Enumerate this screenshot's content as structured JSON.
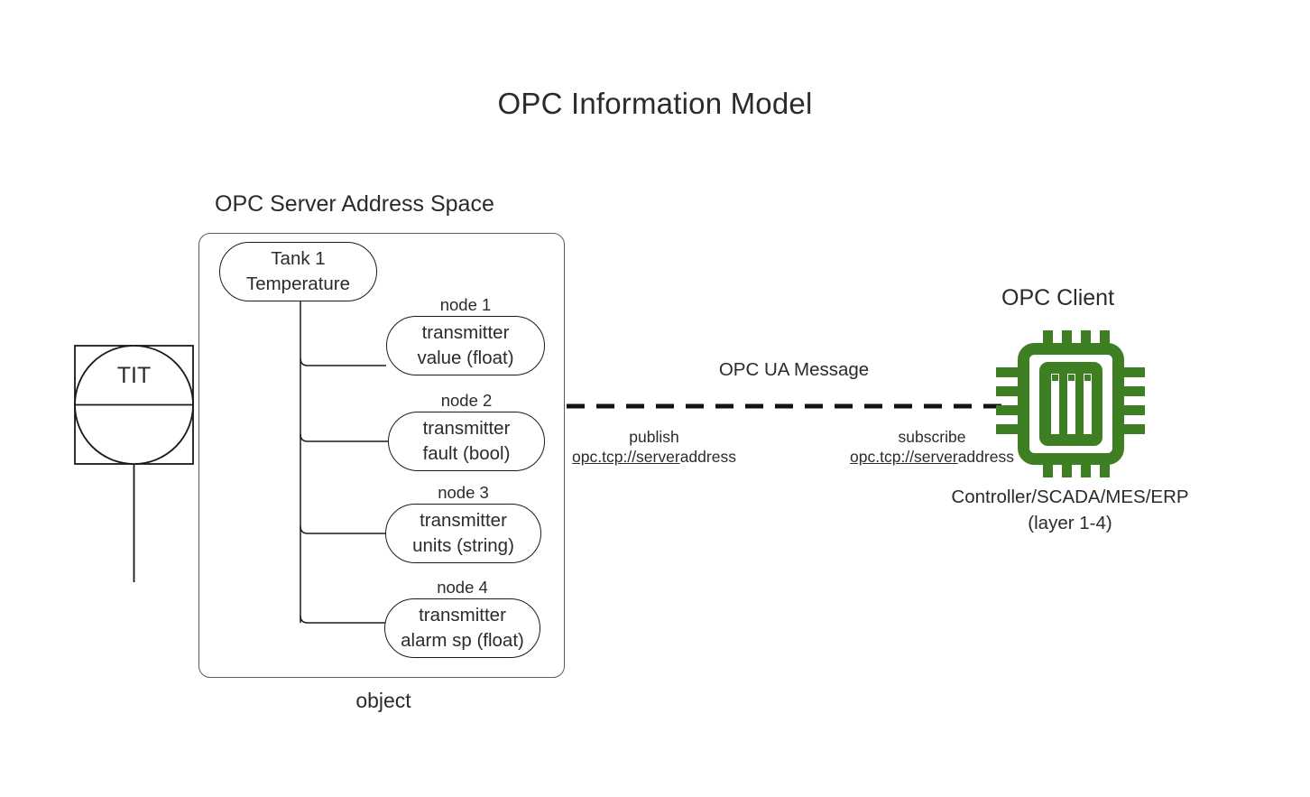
{
  "diagram": {
    "title": "OPC Information Model",
    "server": {
      "title": "OPC Server Address Space",
      "caption": "object",
      "root_node": "Tank 1\nTemperature",
      "root_node_line1": "Tank 1",
      "root_node_line2": "Temperature",
      "nodes": [
        {
          "label": "node 1",
          "line1": "transmitter",
          "line2": "value (float)"
        },
        {
          "label": "node 2",
          "line1": "transmitter",
          "line2": "fault (bool)"
        },
        {
          "label": "node 3",
          "line1": "transmitter",
          "line2": "units (string)"
        },
        {
          "label": "node 4",
          "line1": "transmitter",
          "line2": "alarm sp (float)"
        }
      ]
    },
    "instrument": {
      "tag": "TIT"
    },
    "connection": {
      "message_label": "OPC UA Message",
      "publish": {
        "action": "publish",
        "url_link": "opc.tcp://server",
        "url_rest": "address"
      },
      "subscribe": {
        "action": "subscribe",
        "url_link": "opc.tcp://server",
        "url_rest": "address"
      }
    },
    "client": {
      "title": "OPC Client",
      "caption_line1": "Controller/SCADA/MES/ERP",
      "caption_line2": "(layer 1-4)",
      "icon": "cpu-chip-icon"
    },
    "colors": {
      "chip_green": "#3f7f23",
      "text": "#2b2b2b",
      "stroke_dark": "#1a1a1a",
      "stroke_gray": "#5b5b5b",
      "background": "#ffffff"
    }
  }
}
